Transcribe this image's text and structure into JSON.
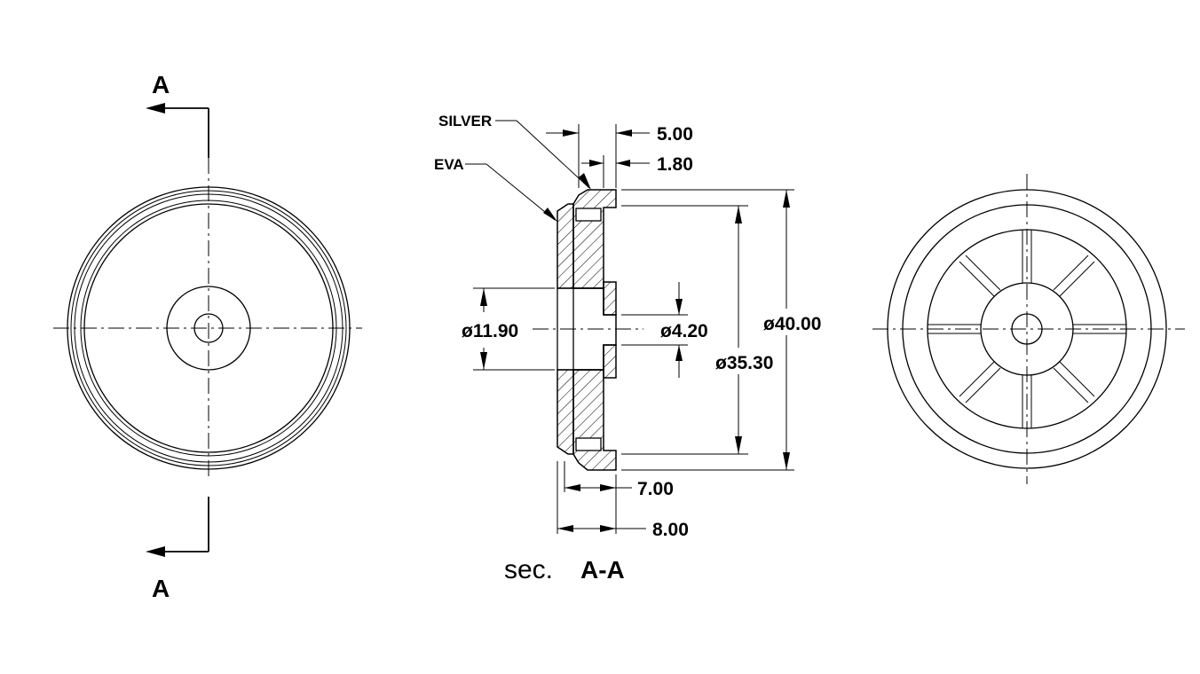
{
  "section_marks": {
    "top": "A",
    "bottom": "A"
  },
  "materials": {
    "silver": "SILVER",
    "eva": "EVA"
  },
  "dimensions": {
    "top_thickness": "5.00",
    "top_silver": "1.80",
    "outer_diameter": "ø40.00",
    "inner_diameter": "ø35.30",
    "bore_left": "ø11.90",
    "hole": "ø4.20",
    "bottom_7": "7.00",
    "bottom_8": "8.00"
  },
  "section_title": {
    "prefix": "sec.",
    "label": "A-A"
  },
  "colors": {
    "line": "#000000",
    "background": "#ffffff"
  }
}
